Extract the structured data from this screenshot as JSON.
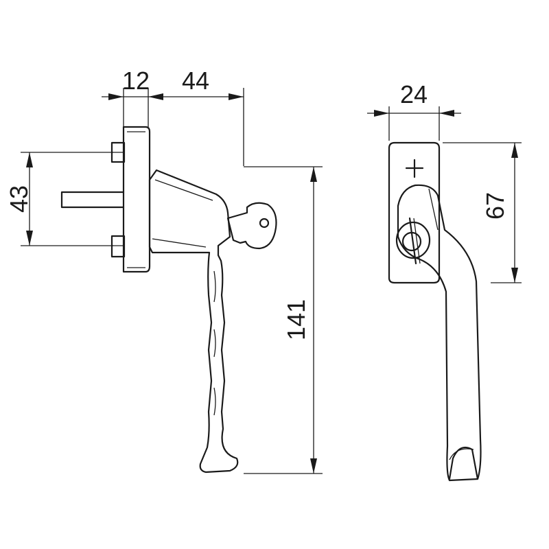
{
  "dimensions": {
    "plate_thickness": "12",
    "offset": "44",
    "spindle_spacing": "43",
    "height": "141",
    "width": "24",
    "plate_height": "67"
  },
  "colors": {
    "stroke": "#1a1a1a",
    "background": "#ffffff"
  }
}
